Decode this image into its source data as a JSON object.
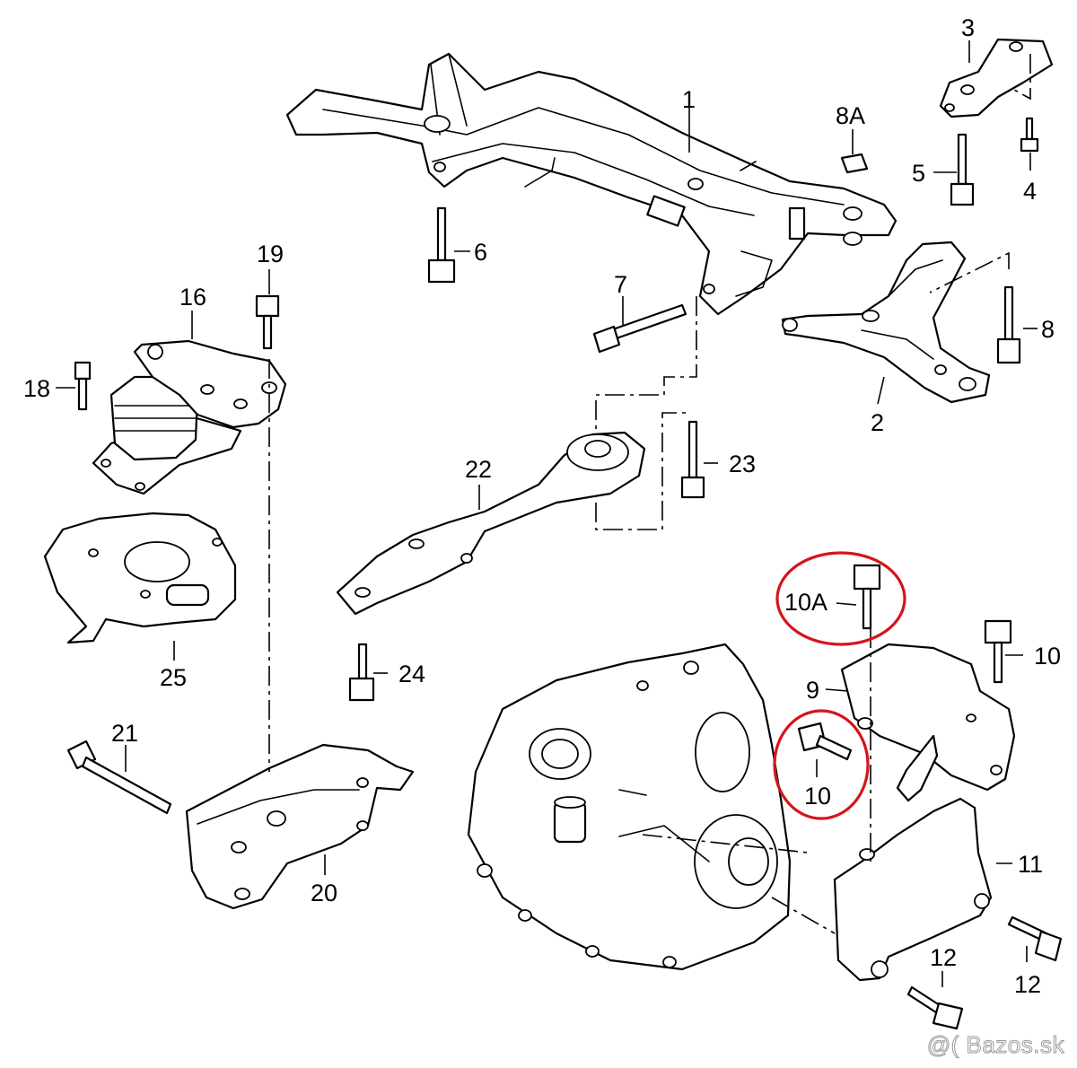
{
  "callouts": {
    "c1": "1",
    "c2": "2",
    "c3": "3",
    "c4": "4",
    "c5": "5",
    "c6": "6",
    "c7": "7",
    "c8": "8",
    "c8a": "8A",
    "c9": "9",
    "c10_top": "10",
    "c10_circled": "10",
    "c10a": "10A",
    "c11": "11",
    "c12_right": "12",
    "c12_bottom": "12",
    "c16": "16",
    "c18": "18",
    "c19": "19",
    "c20": "20",
    "c21": "21",
    "c22": "22",
    "c23": "23",
    "c24": "24",
    "c25": "25"
  },
  "highlight_color": "#d4141c",
  "watermark": "@( Bazos.sk"
}
